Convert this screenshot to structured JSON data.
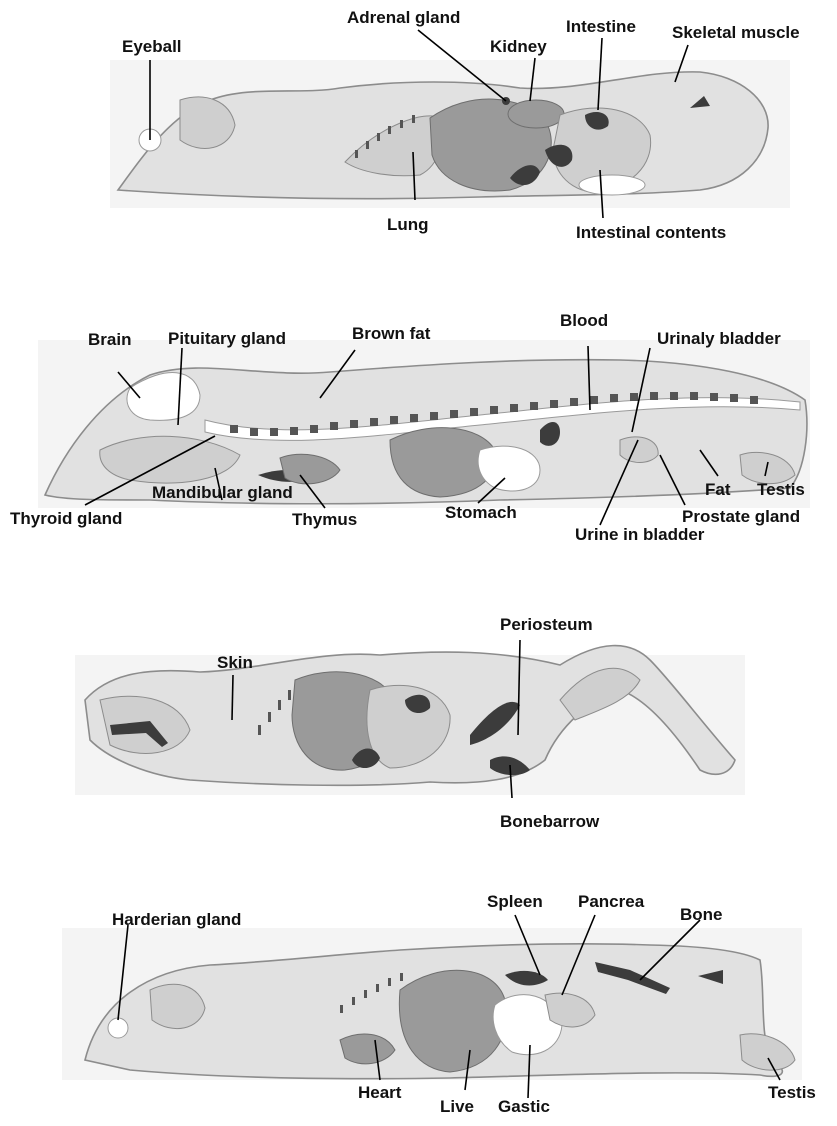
{
  "panels": [
    {
      "labels": {
        "eyeball": "Eyeball",
        "adrenal_gland": "Adrenal gland",
        "kidney": "Kidney",
        "intestine": "Intestine",
        "skeletal_muscle": "Skeletal muscle",
        "lung": "Lung",
        "intestinal_contents": "Intestinal contents"
      }
    },
    {
      "labels": {
        "brain": "Brain",
        "pituitary_gland": "Pituitary gland",
        "brown_fat": "Brown fat",
        "blood": "Blood",
        "urinaly_bladder": "Urinaly bladder",
        "thyroid_gland": "Thyroid gland",
        "mandibular_gland": "Mandibular gland",
        "thymus": "Thymus",
        "stomach": "Stomach",
        "fat": "Fat",
        "testis": "Testis",
        "prostate_gland": "Prostate gland",
        "urine_in_bladder": "Urine in bladder"
      }
    },
    {
      "labels": {
        "skin": "Skin",
        "periosteum": "Periosteum",
        "bonebarrow": "Bonebarrow"
      }
    },
    {
      "labels": {
        "harderian_gland": "Harderian gland",
        "spleen": "Spleen",
        "pancrea": "Pancrea",
        "bone": "Bone",
        "heart": "Heart",
        "live": "Live",
        "gastic": "Gastic",
        "testis": "Testis"
      }
    }
  ]
}
